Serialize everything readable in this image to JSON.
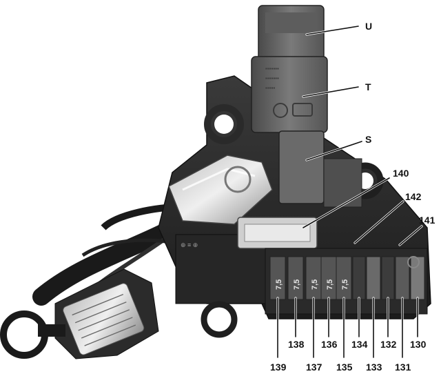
{
  "component_labels": {
    "U": "U",
    "T": "T",
    "S": "S"
  },
  "callouts": {
    "c140": "140",
    "c142": "142",
    "c141": "141",
    "c130": "130",
    "c131": "131",
    "c132": "132",
    "c133": "133",
    "c134": "134",
    "c135": "135",
    "c136": "136",
    "c137": "137",
    "c138": "138",
    "c139": "139"
  },
  "fuse_ratings": {
    "f139": "7,5",
    "f138": "7,5",
    "f137": "7,5",
    "f136": "7,5",
    "f135": "7,5"
  },
  "colors": {
    "background": "#ffffff",
    "housing": "#2a2a2a",
    "relay": "#6e6e6e",
    "label": "#111111"
  }
}
